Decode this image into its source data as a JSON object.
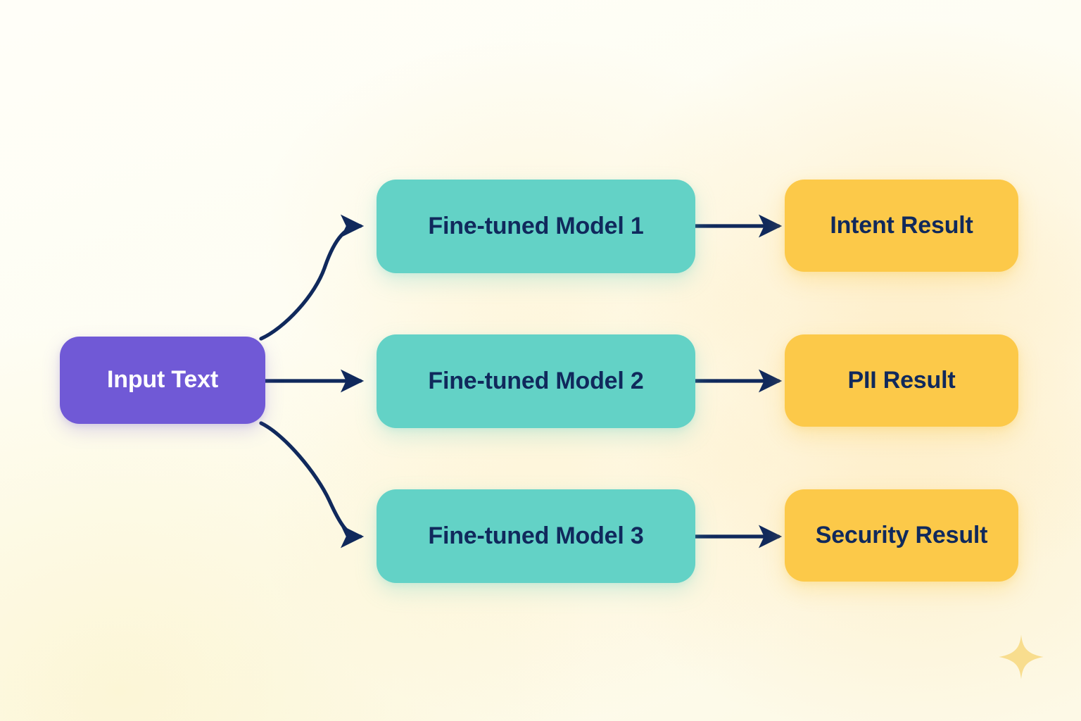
{
  "diagram": {
    "title": "Fine-tuned model fan-out routing diagram",
    "background_color": "#fefdf4",
    "edge_color": "#10295c",
    "nodes": {
      "input": {
        "label": "Input Text",
        "color": "#7059d6",
        "text_color": "#ffffff"
      },
      "models": [
        {
          "label": "Fine-tuned Model 1",
          "color": "#63d2c6",
          "text_color": "#10295c"
        },
        {
          "label": "Fine-tuned Model 2",
          "color": "#63d2c6",
          "text_color": "#10295c"
        },
        {
          "label": "Fine-tuned Model 3",
          "color": "#63d2c6",
          "text_color": "#10295c"
        }
      ],
      "results": [
        {
          "label": "Intent Result",
          "color": "#fcc949",
          "text_color": "#10295c"
        },
        {
          "label": "PII Result",
          "color": "#fcc949",
          "text_color": "#10295c"
        },
        {
          "label": "Security Result",
          "color": "#fcc949",
          "text_color": "#10295c"
        }
      ]
    },
    "edges": [
      {
        "from": "Input Text",
        "to": "Fine-tuned Model 1",
        "style": "curved",
        "arrow": true
      },
      {
        "from": "Input Text",
        "to": "Fine-tuned Model 2",
        "style": "straight",
        "arrow": true
      },
      {
        "from": "Input Text",
        "to": "Fine-tuned Model 3",
        "style": "curved",
        "arrow": true
      },
      {
        "from": "Fine-tuned Model 1",
        "to": "Intent Result",
        "style": "straight",
        "arrow": true
      },
      {
        "from": "Fine-tuned Model 2",
        "to": "PII Result",
        "style": "straight",
        "arrow": true
      },
      {
        "from": "Fine-tuned Model 3",
        "to": "Security Result",
        "style": "straight",
        "arrow": true
      }
    ],
    "decoration": {
      "sparkle_color": "#f8dd8e",
      "sparkle_name": "sparkle-icon"
    }
  }
}
